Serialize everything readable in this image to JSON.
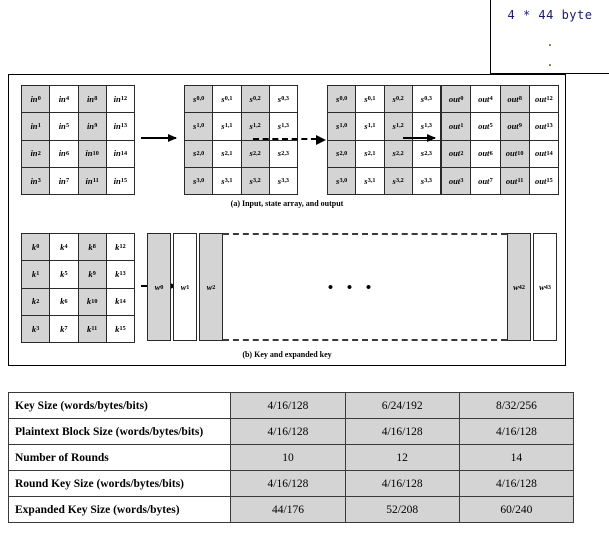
{
  "overlay_note": {
    "text": "4 * 44 byte",
    "dot1": ".",
    "dot2": "."
  },
  "figure": {
    "part_a": {
      "caption": "(a) Input, state array, and output",
      "input_grid": {
        "name": "input-array",
        "cells": [
          [
            "in0",
            "in4",
            "in8",
            "in12"
          ],
          [
            "in1",
            "in5",
            "in9",
            "in13"
          ],
          [
            "in2",
            "in6",
            "in10",
            "in14"
          ],
          [
            "in3",
            "in7",
            "in11",
            "in15"
          ]
        ],
        "labels": [
          [
            "in",
            "in",
            "in",
            "in"
          ],
          [
            "in",
            "in",
            "in",
            "in"
          ],
          [
            "in",
            "in",
            "in",
            "in"
          ],
          [
            "in",
            "in",
            "in",
            "in"
          ]
        ],
        "subs": [
          [
            "0",
            "4",
            "8",
            "12"
          ],
          [
            "1",
            "5",
            "9",
            "13"
          ],
          [
            "2",
            "6",
            "10",
            "14"
          ],
          [
            "3",
            "7",
            "11",
            "15"
          ]
        ]
      },
      "state_grid_1": {
        "name": "state-array-initial",
        "base": "s",
        "subs": [
          [
            "0,0",
            "0,1",
            "0,2",
            "0,3"
          ],
          [
            "1,0",
            "1,1",
            "1,2",
            "1,3"
          ],
          [
            "2,0",
            "2,1",
            "2,2",
            "2,3"
          ],
          [
            "3,0",
            "3,1",
            "3,2",
            "3,3"
          ]
        ]
      },
      "state_grid_2": {
        "name": "state-array-final",
        "base": "s",
        "subs": [
          [
            "0,0",
            "0,1",
            "0,2",
            "0,3"
          ],
          [
            "1,0",
            "1,1",
            "1,2",
            "1,3"
          ],
          [
            "2,0",
            "2,1",
            "2,2",
            "2,3"
          ],
          [
            "3,0",
            "3,1",
            "3,2",
            "3,3"
          ]
        ]
      },
      "output_grid": {
        "name": "output-array",
        "base": "out",
        "subs": [
          [
            "0",
            "4",
            "8",
            "12"
          ],
          [
            "1",
            "5",
            "9",
            "13"
          ],
          [
            "2",
            "6",
            "10",
            "14"
          ],
          [
            "3",
            "7",
            "11",
            "15"
          ]
        ]
      }
    },
    "part_b": {
      "caption": "(b) Key and expanded key",
      "key_grid": {
        "name": "key-array",
        "base": "k",
        "subs": [
          [
            "0",
            "4",
            "8",
            "12"
          ],
          [
            "1",
            "5",
            "9",
            "13"
          ],
          [
            "2",
            "6",
            "10",
            "14"
          ],
          [
            "3",
            "7",
            "11",
            "15"
          ]
        ]
      },
      "expanded_key": {
        "name": "expanded-key-band",
        "base": "w",
        "left_words": [
          "0",
          "1",
          "2"
        ],
        "right_words": [
          "42",
          "43"
        ],
        "ellipsis": "• • •"
      }
    }
  },
  "table": {
    "rows": [
      {
        "label": "Key Size (words/bytes/bits)",
        "values": [
          "4/16/128",
          "6/24/192",
          "8/32/256"
        ]
      },
      {
        "label": "Plaintext Block Size (words/bytes/bits)",
        "values": [
          "4/16/128",
          "4/16/128",
          "4/16/128"
        ]
      },
      {
        "label": "Number of Rounds",
        "values": [
          "10",
          "12",
          "14"
        ]
      },
      {
        "label": "Round Key Size (words/bytes/bits)",
        "values": [
          "4/16/128",
          "4/16/128",
          "4/16/128"
        ]
      },
      {
        "label": "Expanded Key Size (words/bytes)",
        "values": [
          "44/176",
          "52/208",
          "60/240"
        ]
      }
    ]
  },
  "colors": {
    "shaded_cell": "#d4d4d4",
    "border": "#2a2a2a",
    "note_text": "#1a1a6e"
  }
}
